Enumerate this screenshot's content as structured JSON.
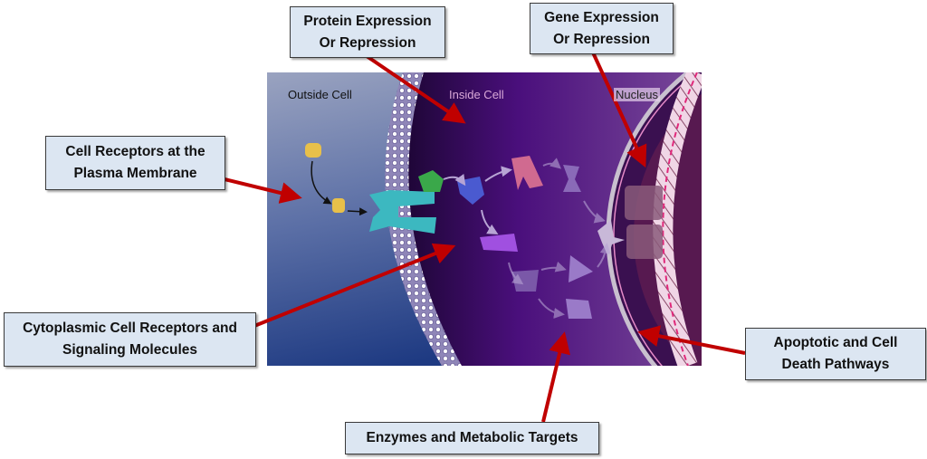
{
  "labels": {
    "protein": [
      "Protein Expression",
      "Or Repression"
    ],
    "gene": [
      "Gene Expression",
      "Or Repression"
    ],
    "receptors": [
      "Cell Receptors at the",
      "Plasma Membrane"
    ],
    "cytoplasmic": [
      "Cytoplasmic Cell Receptors and",
      "Signaling Molecules"
    ],
    "apoptotic": [
      "Apoptotic and Cell",
      "Death Pathways"
    ],
    "enzymes": [
      "Enzymes and Metabolic Targets"
    ]
  },
  "regions": {
    "outside": "Outside Cell",
    "inside": "Inside Cell",
    "nucleus": "Nucleus"
  },
  "colors": {
    "arrow": "#c00000",
    "box_fill": "#dce6f2"
  }
}
